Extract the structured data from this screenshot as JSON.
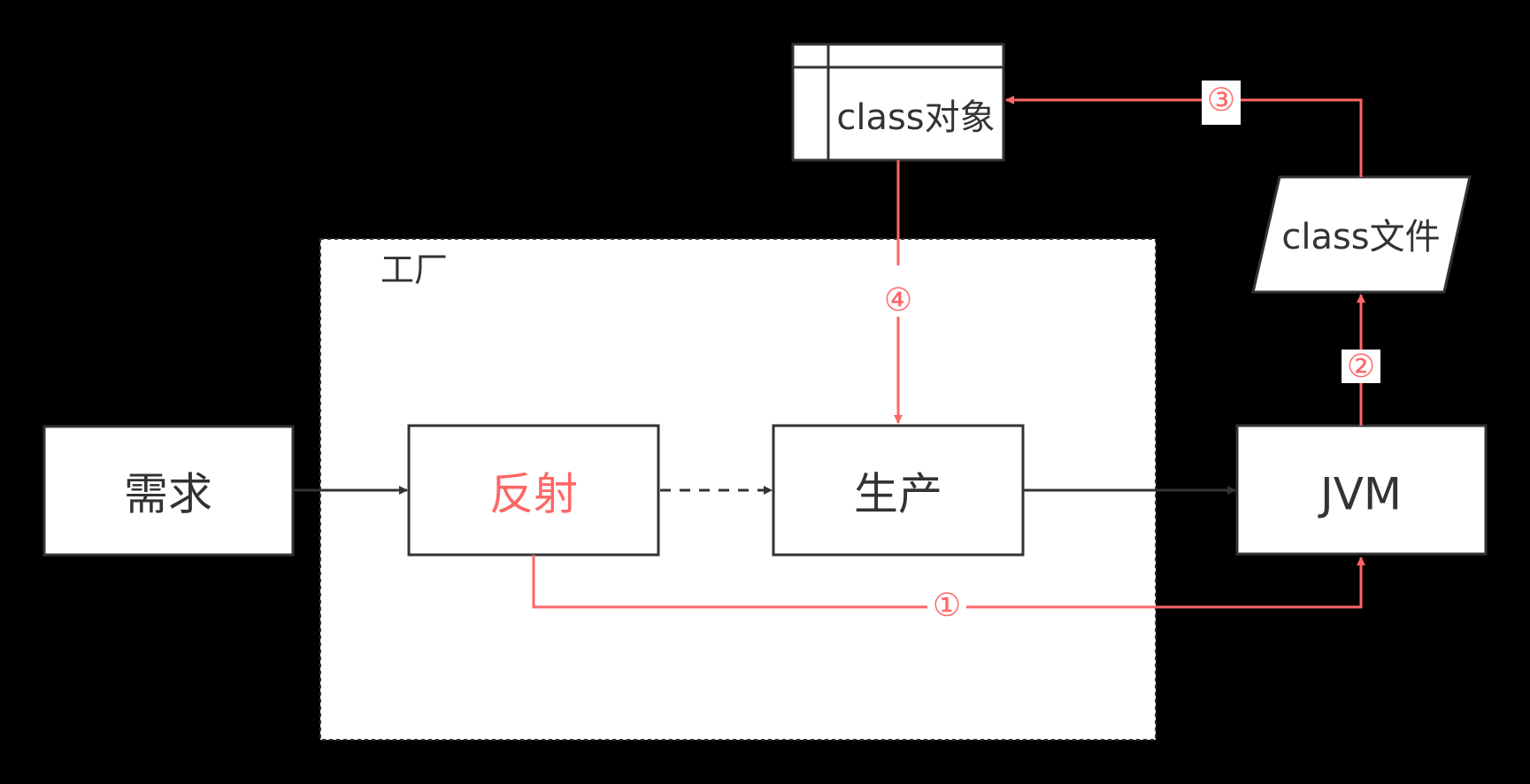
{
  "diagram": {
    "factory": {
      "label": "工厂"
    },
    "nodes": {
      "demand": {
        "label": "需求"
      },
      "reflection": {
        "label": "反射"
      },
      "produce": {
        "label": "生产"
      },
      "jvm": {
        "label": "JVM"
      },
      "class_file": {
        "label": "class文件"
      },
      "class_obj": {
        "label": "class对象"
      }
    },
    "steps": {
      "step1": "①",
      "step2": "②",
      "step3": "③",
      "step4": "④"
    }
  },
  "colors": {
    "background": "#000000",
    "box_fill": "#ffffff",
    "box_stroke": "#333333",
    "text": "#333333",
    "accent": "#ff6666"
  }
}
